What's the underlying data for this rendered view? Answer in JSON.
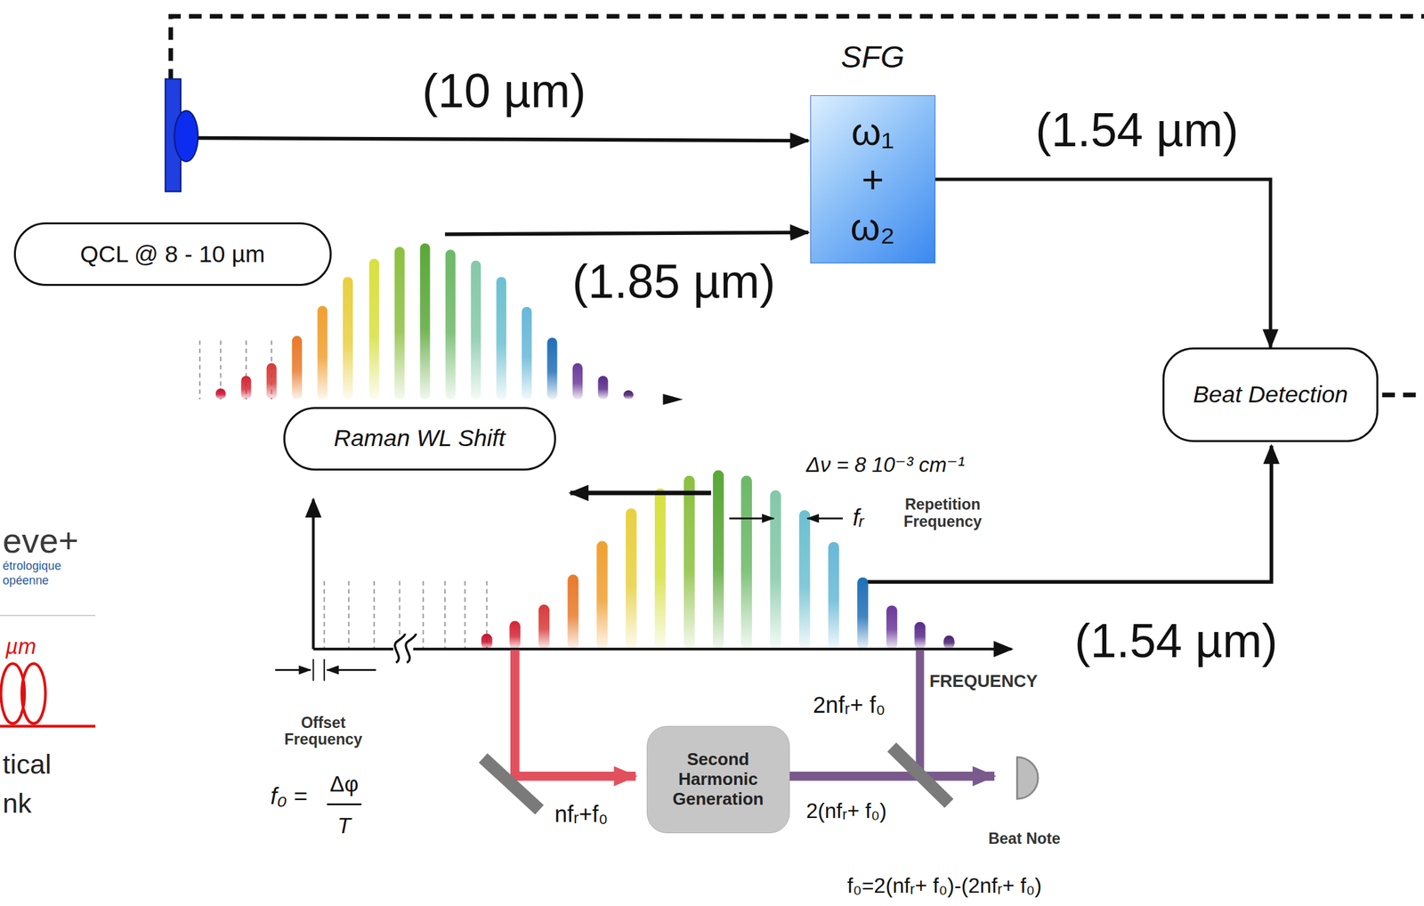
{
  "diagram": {
    "nodes": [
      {
        "text": [
          "QCL @ 8 - 10 µm"
        ]
      },
      {
        "text": [
          "SFG",
          "ω₁ + ω₂"
        ]
      },
      {
        "text": [
          "Beat Detection"
        ]
      },
      {
        "text": [
          "Raman WL Shift"
        ]
      },
      {
        "text": [
          "Second Harmonic Generation"
        ]
      }
    ],
    "edges": [
      {
        "from": 1,
        "to": 2,
        "arrow": "to"
      }
    ],
    "labels": [
      "(10 µm)",
      "(1.54 µm)",
      "(1.85 µm)",
      "Δν = 8 10⁻³ cm⁻¹",
      "fᵣ",
      "Repetition Frequency",
      "(1.54 µm)",
      "FREQUENCY",
      "2nfᵣ+ f₀",
      "nfᵣ+f₀",
      "2(nfᵣ+ f₀)",
      "Offset Frequency",
      "f₀ =",
      "Δφ",
      "T",
      "Beat Note",
      "f₀=2(nfᵣ+ f₀)-(2nfᵣ+ f₀)",
      "eve+",
      "étrologique",
      "opéenne",
      "µm",
      "tical",
      "nk"
    ]
  }
}
